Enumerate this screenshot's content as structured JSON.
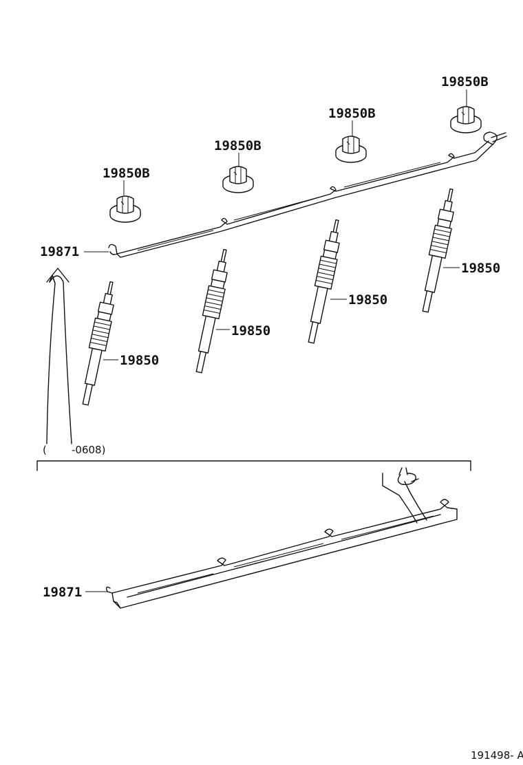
{
  "labels": {
    "nut_1": "19850B",
    "nut_2": "19850B",
    "nut_3": "19850B",
    "nut_4": "19850B",
    "busbar_upper": "19871",
    "plug_1": "19850",
    "plug_2": "19850",
    "plug_3": "19850",
    "plug_4": "19850",
    "busbar_lower": "19871",
    "applicability_open": "(",
    "applicability_close": "-0608)",
    "diagram_code": "191498- A"
  }
}
